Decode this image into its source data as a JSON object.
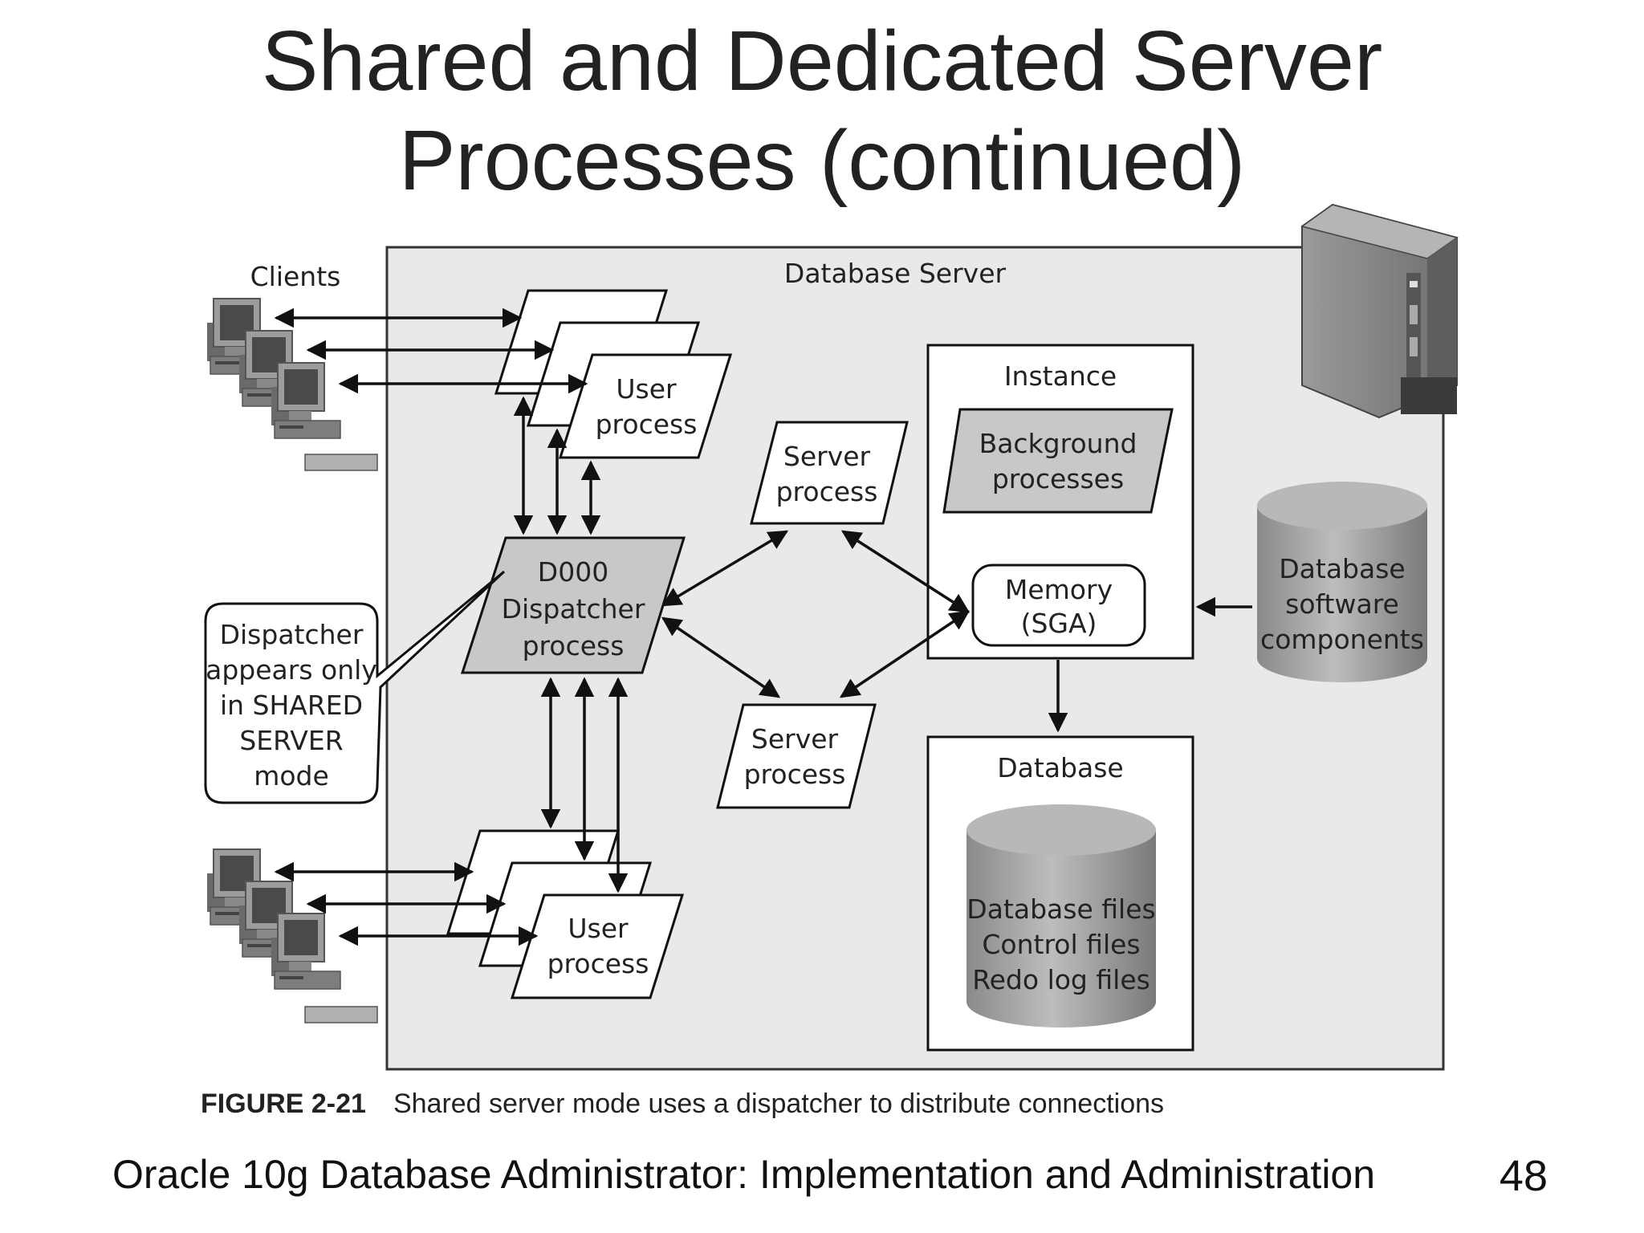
{
  "slide": {
    "title_line1": "Shared and Dedicated Server",
    "title_line2": "Processes (continued)",
    "footer": "Oracle 10g Database Administrator: Implementation and Administration",
    "page_number": "48"
  },
  "figure": {
    "label": "FIGURE 2-21",
    "caption": "Shared server mode uses a dispatcher to distribute connections"
  },
  "diagram": {
    "clients_label": "Clients",
    "database_server_label": "Database Server",
    "user_process_top": [
      "User",
      "process"
    ],
    "user_process_bottom": [
      "User",
      "process"
    ],
    "server_process_top": [
      "Server",
      "process"
    ],
    "server_process_bottom": [
      "Server",
      "process"
    ],
    "dispatcher": [
      "D000",
      "Dispatcher",
      "process"
    ],
    "callout": [
      "Dispatcher",
      "appears only",
      "in SHARED",
      "SERVER",
      "mode"
    ],
    "instance_label": "Instance",
    "background_processes": [
      "Background",
      "processes"
    ],
    "memory": [
      "Memory",
      "(SGA)"
    ],
    "database_label": "Database",
    "database_files": [
      "Database files",
      "Control files",
      "Redo log files"
    ],
    "software_components": [
      "Database",
      "software",
      "components"
    ]
  },
  "colors": {
    "server_box_fill": "#e9e9e9",
    "gray_shape_fill": "#c8c8c8",
    "cylinder_dark": "#8c8c8c",
    "line": "#111111"
  }
}
